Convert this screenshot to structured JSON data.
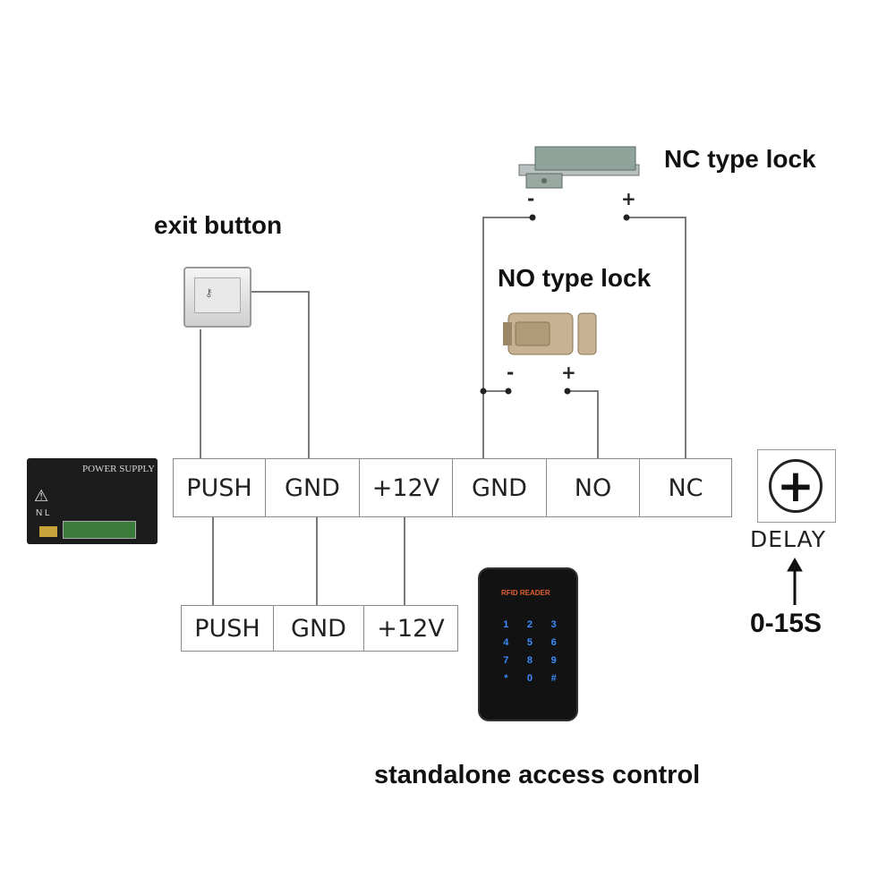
{
  "labels": {
    "nc_lock": "NC type lock",
    "no_lock": "NO type lock",
    "exit_button": "exit button",
    "standalone": "standalone access control",
    "delay": "DELAY",
    "delay_range": "0-15S",
    "delay_plus": "+"
  },
  "polarity": {
    "minus": "-",
    "plus": "+"
  },
  "terminals_top": [
    "PUSH",
    "GND",
    "+12V",
    "GND",
    "NO",
    "NC"
  ],
  "terminals_bottom": [
    "PUSH",
    "GND",
    "+12V"
  ],
  "power_supply": {
    "title": "POWER SUPPLY",
    "mark": "N L"
  },
  "exit_button_device": {
    "top_text": "",
    "bottom_text": ""
  },
  "keypad": {
    "brand": "RFID READER",
    "keys": [
      "1",
      "2",
      "3",
      "4",
      "5",
      "6",
      "7",
      "8",
      "9",
      "*",
      "0",
      "#"
    ]
  },
  "colors": {
    "wire": "#7a7a7a",
    "keypad_glow": "#3a8cff",
    "psu_body": "#1c1c1c"
  }
}
